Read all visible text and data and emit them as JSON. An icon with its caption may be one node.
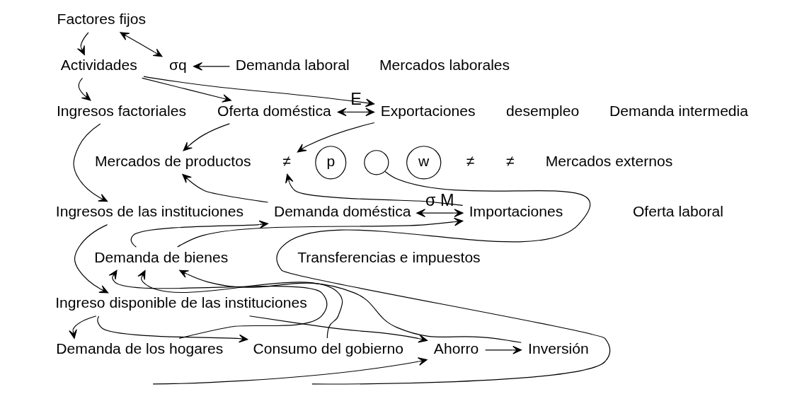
{
  "diagram": {
    "nodes": [
      {
        "text": [
          "Factores fijos"
        ]
      },
      {
        "text": [
          "σq"
        ]
      },
      {
        "text": [
          "Demanda laboral"
        ]
      },
      {
        "text": [
          "Actividades"
        ]
      },
      {
        "text": [
          "Ingresos factoriales"
        ]
      },
      {
        "text": [
          "Ingresos de las instituciones"
        ]
      },
      {
        "text": [
          "Ingreso disponible de las instituciones"
        ]
      },
      {
        "text": [
          "Demanda de los hogares"
        ]
      },
      {
        "text": [
          "Consumo del gobierno"
        ]
      },
      {
        "text": [
          "Ahorro"
        ]
      },
      {
        "text": [
          "Inversión"
        ]
      },
      {
        "text": [
          "Oferta doméstica"
        ]
      },
      {
        "text": [
          "Exportaciones"
        ]
      },
      {
        "text": [
          "Mercados de productos"
        ]
      },
      {
        "text": [
          "p"
        ]
      },
      {
        "text": [
          "≠"
        ]
      },
      {
        "text": [],
        "shape": "circle"
      },
      {
        "text": [
          "Demanda doméstica"
        ]
      },
      {
        "text": [
          "Importaciones"
        ]
      },
      {
        "text": [
          "Demanda de bienes"
        ]
      },
      {
        "text": [
          "w"
        ]
      }
    ],
    "edges": [
      {
        "from": 2,
        "to": 1,
        "arrow": "to"
      },
      {
        "from": 1,
        "to": 0,
        "arrow": "both"
      },
      {
        "from": 0,
        "to": 3,
        "arrow": "to"
      },
      {
        "from": 3,
        "to": 4,
        "arrow": "to"
      },
      {
        "from": 4,
        "to": 5,
        "arrow": "to"
      },
      {
        "from": 5,
        "to": 6,
        "arrow": "to"
      },
      {
        "from": 6,
        "to": 7,
        "arrow": "to"
      },
      {
        "from": 6,
        "to": 8,
        "arrow": "to"
      },
      {
        "from": 6,
        "to": 9,
        "arrow": "to"
      },
      {
        "from": 9,
        "to": 10,
        "arrow": "to"
      },
      {
        "from": null,
        "to": 9,
        "arrow": "to"
      },
      {
        "from": 7,
        "to": 19,
        "arrow": "to"
      },
      {
        "from": 8,
        "to": 19,
        "arrow": "to"
      },
      {
        "from": 10,
        "to": 19,
        "arrow": "to"
      },
      {
        "from": 3,
        "to": 11,
        "arrow": "to"
      },
      {
        "from": 3,
        "to": 12,
        "arrow": "to"
      },
      {
        "from": 11,
        "to": 12,
        "arrow": "both",
        "label": "E"
      },
      {
        "from": 11,
        "to": 13,
        "arrow": "to"
      },
      {
        "from": 17,
        "to": 13,
        "arrow": "to"
      },
      {
        "from": 12,
        "to": 15,
        "arrow": "to"
      },
      {
        "from": 18,
        "to": 15,
        "arrow": "to"
      },
      {
        "from": 19,
        "to": 17,
        "arrow": "to"
      },
      {
        "from": 19,
        "to": 18,
        "arrow": "to"
      },
      {
        "from": 17,
        "to": 18,
        "arrow": "both",
        "label": "σ M"
      },
      {
        "from": 16,
        "to": null,
        "arrow": "none"
      }
    ],
    "labels": [
      "Mercados laborales",
      "desempleo",
      "≠",
      "Oferta laboral",
      "Transferencias e impuestos",
      "Demanda intermedia",
      "≠",
      "Mercados externos"
    ]
  }
}
